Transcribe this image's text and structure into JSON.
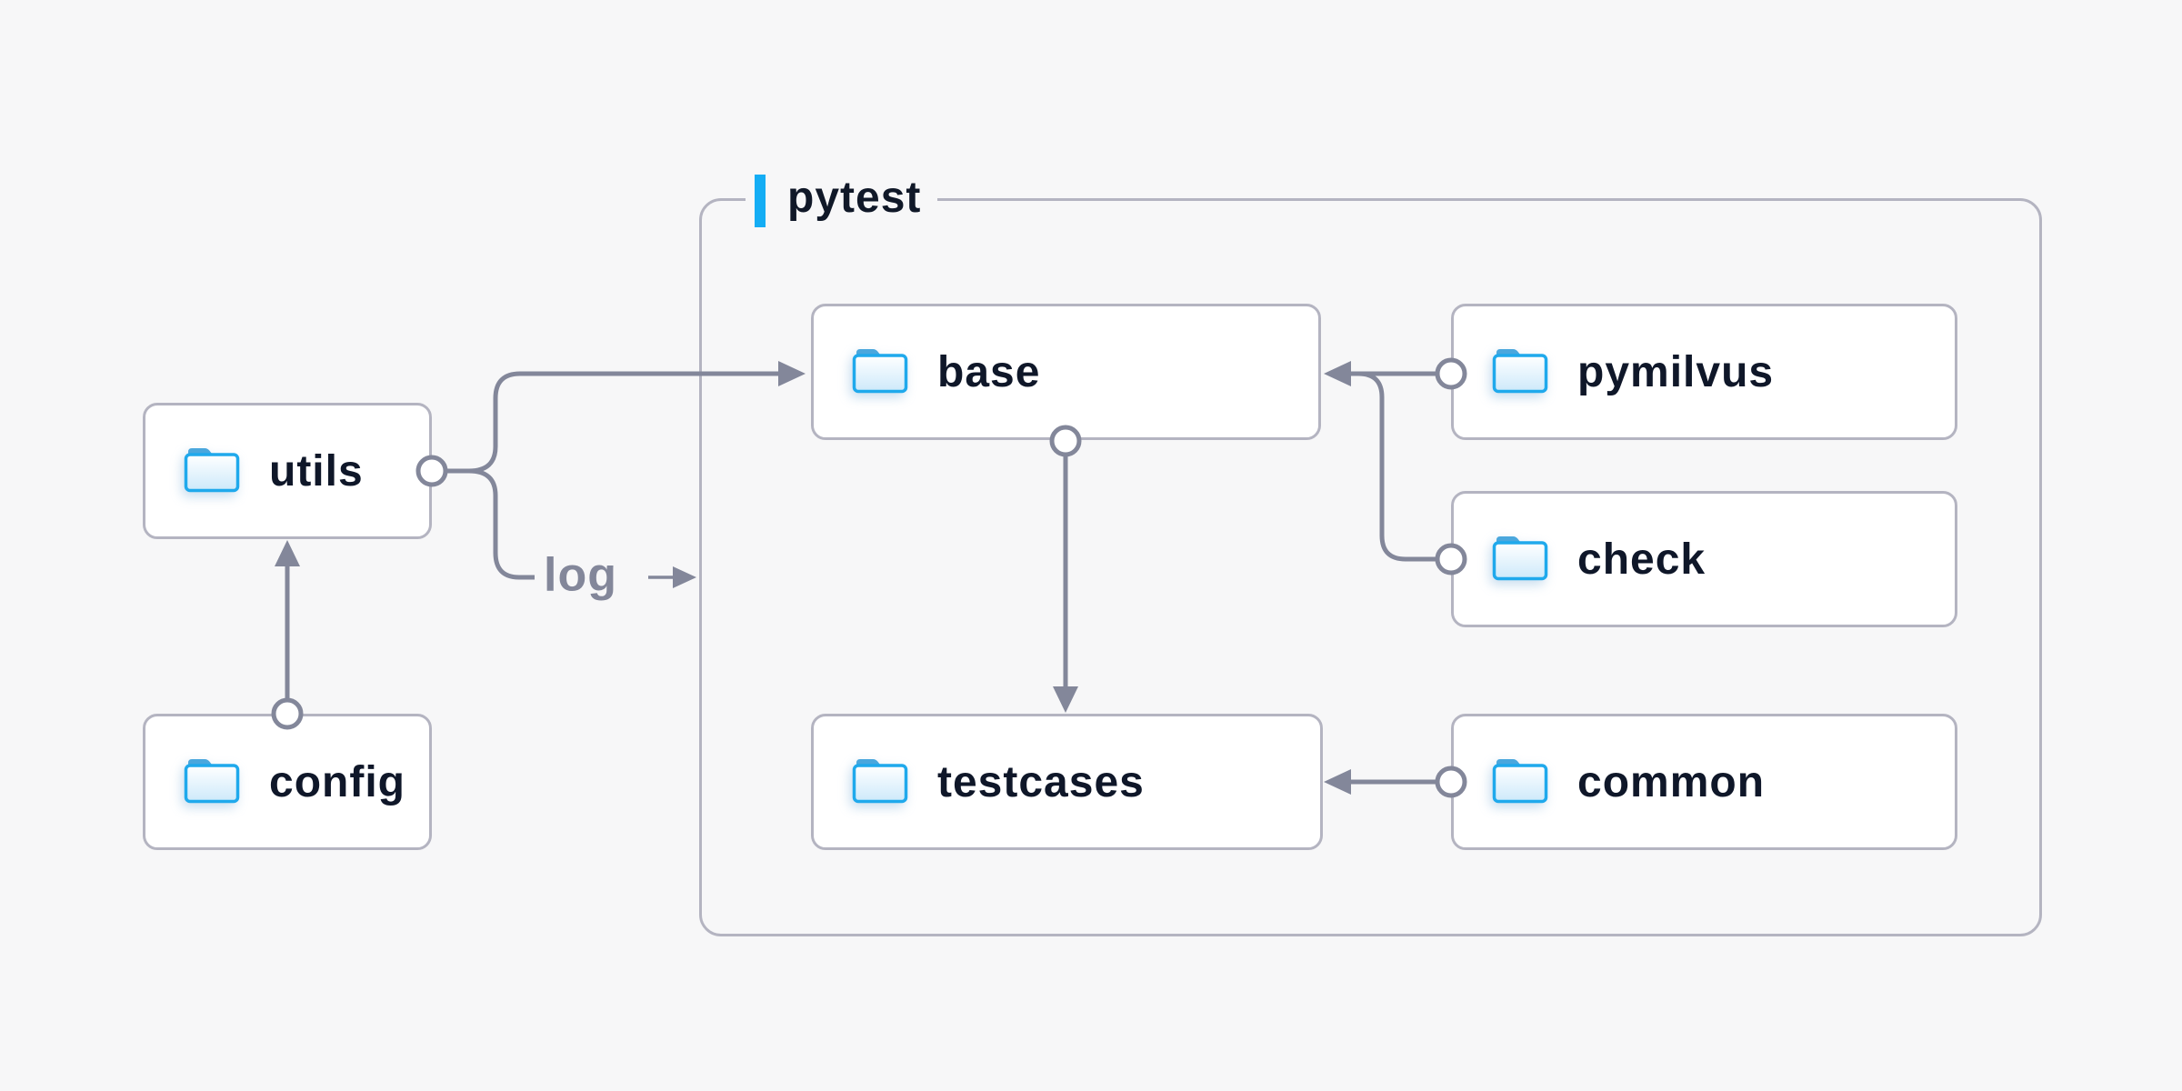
{
  "page": {
    "background_color": "#f7f7f8"
  },
  "diagram": {
    "group": {
      "label": "pytest",
      "accent_color": "#14adf4",
      "border_color": "#b4b4c1"
    },
    "nodes": [
      {
        "id": "utils",
        "label": "utils",
        "icon": "folder-icon",
        "inside_group": false
      },
      {
        "id": "config",
        "label": "config",
        "icon": "folder-icon",
        "inside_group": false
      },
      {
        "id": "base",
        "label": "base",
        "icon": "folder-icon",
        "inside_group": true
      },
      {
        "id": "pymilvus",
        "label": "pymilvus",
        "icon": "folder-icon",
        "inside_group": true
      },
      {
        "id": "check",
        "label": "check",
        "icon": "folder-icon",
        "inside_group": true
      },
      {
        "id": "testcases",
        "label": "testcases",
        "icon": "folder-icon",
        "inside_group": true
      },
      {
        "id": "common",
        "label": "common",
        "icon": "folder-icon",
        "inside_group": true
      }
    ],
    "edges": [
      {
        "from": "config",
        "to": "utils",
        "style": "arrow"
      },
      {
        "from": "utils",
        "to": "base",
        "style": "arrow"
      },
      {
        "from": "utils",
        "to": "log",
        "style": "labeled-arrow",
        "label": "log"
      },
      {
        "from": "base",
        "to": "testcases",
        "style": "arrow"
      },
      {
        "from": "pymilvus",
        "to": "base",
        "style": "arrow"
      },
      {
        "from": "check",
        "to": "base",
        "style": "arrow"
      },
      {
        "from": "common",
        "to": "testcases",
        "style": "arrow"
      }
    ],
    "edge_label": "log",
    "colors": {
      "connector": "#83879a",
      "node_background": "#ffffff",
      "node_border": "#b4b4c1",
      "node_text": "#0f1729",
      "edge_label_text": "#83879a",
      "folder_outline": "#1fa9ec",
      "folder_tab": "#4aa7dd",
      "folder_fill_top": "#ffffff",
      "folder_fill_bottom": "#cde9fa"
    }
  }
}
